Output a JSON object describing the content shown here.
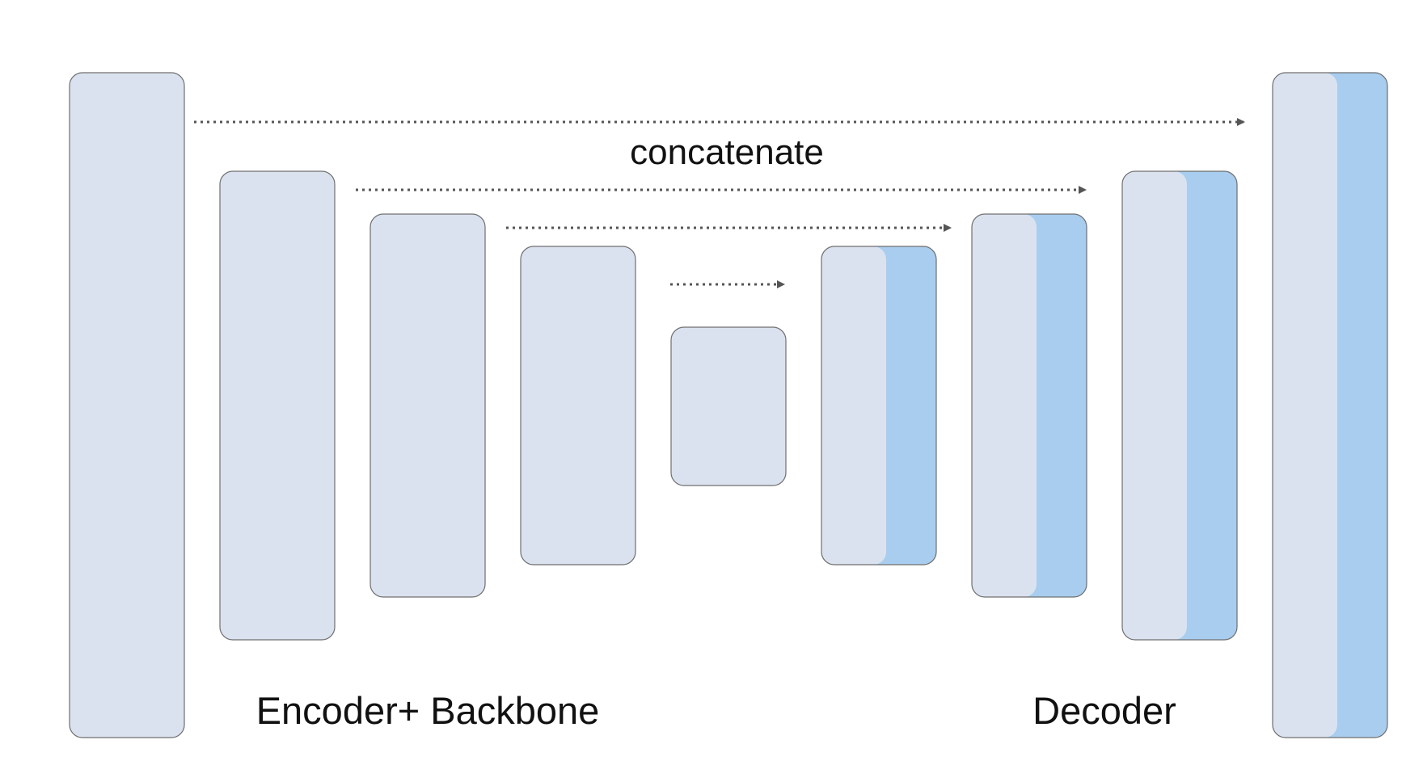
{
  "labels": {
    "concatenate": "concatenate",
    "encoder": "Encoder+ Backbone",
    "decoder": "Decoder"
  },
  "colors": {
    "block_fill": "#dbe2ef",
    "concat_fill": "#a8cdee",
    "block_stroke": "#6f6f6f",
    "arrow": "#555555",
    "text": "#111111"
  },
  "encoder_blocks": [
    "enc-1",
    "enc-2",
    "enc-3",
    "enc-4",
    "bottleneck"
  ],
  "decoder_blocks": [
    "dec-1",
    "dec-2",
    "dec-3",
    "dec-4"
  ],
  "skip_connections": [
    {
      "from": "enc-1",
      "to": "dec-4"
    },
    {
      "from": "enc-2",
      "to": "dec-3"
    },
    {
      "from": "enc-3",
      "to": "dec-2"
    },
    {
      "from": "enc-4",
      "to": "dec-1"
    }
  ]
}
